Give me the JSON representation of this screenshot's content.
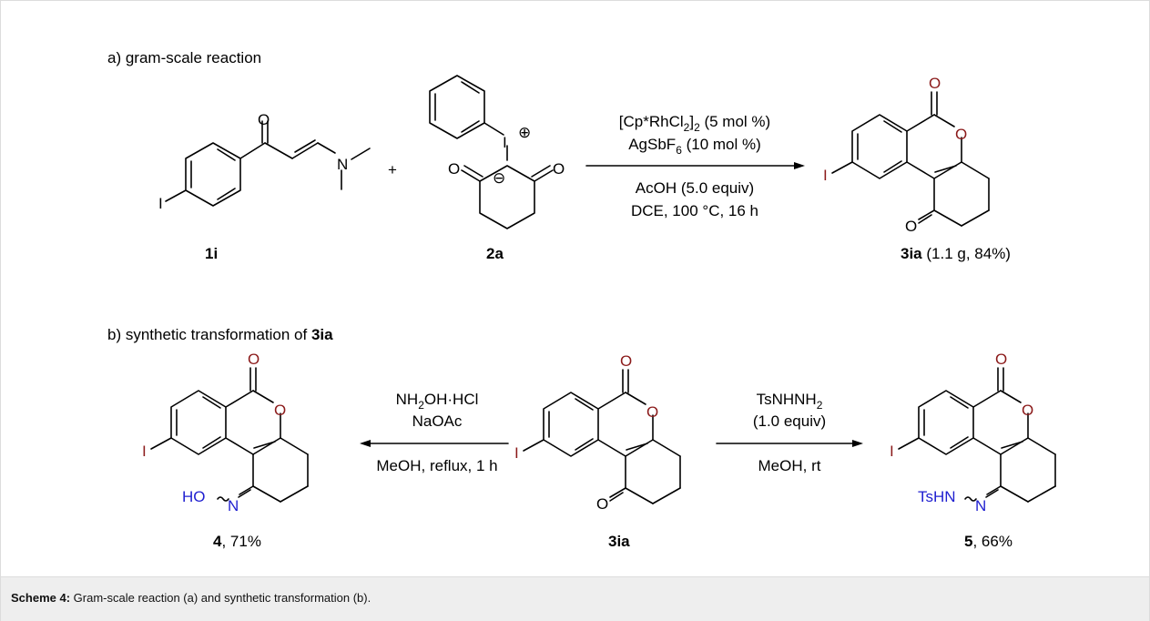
{
  "section_a": {
    "title": "a) gram-scale reaction"
  },
  "section_b": {
    "title_prefix": "b) synthetic transformation of ",
    "title_bold": "3ia"
  },
  "reaction_a": {
    "reactant1_label": "1i",
    "plus": "+",
    "reactant2_label": "2a",
    "conditions": [
      {
        "main": "[Cp*RhCl",
        "sub": "2",
        "main2": "]",
        "sub2": "2",
        "tail": " (5 mol %)"
      },
      {
        "main": "AgSbF",
        "sub": "6",
        "tail": " (10 mol %)"
      },
      {
        "text": "AcOH (5.0 equiv)"
      },
      {
        "text": "DCE, 100 °C, 16 h"
      }
    ],
    "product_label_bold": "3ia",
    "product_label_rest": " (1.1 g, 84%)"
  },
  "reaction_b_left": {
    "conditions": [
      {
        "main": "NH",
        "sub": "2",
        "tail": "OH·HCl"
      },
      {
        "text": "NaOAc"
      },
      {
        "text": "MeOH, reflux, 1 h"
      }
    ],
    "product_label_bold": "4",
    "product_label_rest": ", 71%",
    "substituent": "HO"
  },
  "reaction_b_center": {
    "label": "3ia"
  },
  "reaction_b_right": {
    "conditions": [
      {
        "main": "TsNHNH",
        "sub": "2"
      },
      {
        "text": "(1.0 equiv)"
      },
      {
        "text": "MeOH, rt"
      }
    ],
    "product_label_bold": "5",
    "product_label_rest": ", 66%",
    "substituent": "TsHN"
  },
  "atoms": {
    "O": "O",
    "I": "I",
    "N": "N",
    "plus_charge": "⊕",
    "minus_charge": "⊖"
  },
  "caption": {
    "bold": "Scheme 4:",
    "text": " Gram-scale reaction (a) and synthetic transformation (b)."
  },
  "colors": {
    "heteroatom": "#8b1a1a",
    "nitrogen_substituent": "#1f1fd0",
    "caption_bg": "#eeeeee"
  }
}
